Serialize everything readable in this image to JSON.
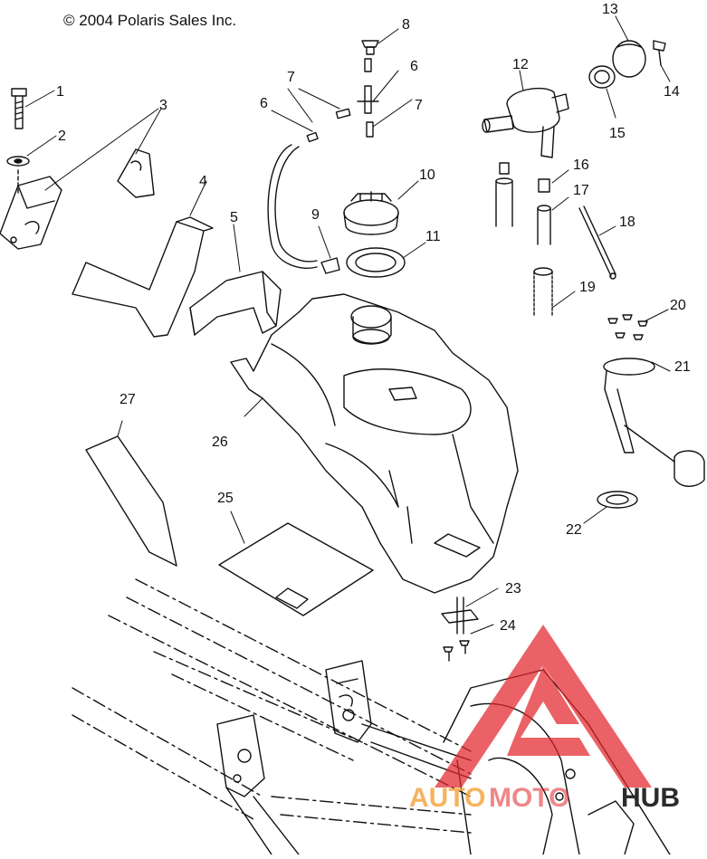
{
  "copyright": "© 2004 Polaris Sales Inc.",
  "watermark": {
    "text_auto": "AUTO",
    "text_moto": "MOTO",
    "text_hub": "HUB",
    "color_red": "#e2262b",
    "color_orange": "#f5a742",
    "color_dark": "#2b2b2b"
  },
  "callouts": {
    "c1": "1",
    "c2": "2",
    "c3": "3",
    "c4": "4",
    "c5": "5",
    "c6a": "6",
    "c6b": "6",
    "c7a": "7",
    "c7b": "7",
    "c8": "8",
    "c9": "9",
    "c10": "10",
    "c11": "11",
    "c12": "12",
    "c13": "13",
    "c14": "14",
    "c15": "15",
    "c16": "16",
    "c17": "17",
    "c18": "18",
    "c19": "19",
    "c20": "20",
    "c21": "21",
    "c22": "22",
    "c23": "23",
    "c24": "24",
    "c25": "25",
    "c26": "26",
    "c27": "27"
  }
}
